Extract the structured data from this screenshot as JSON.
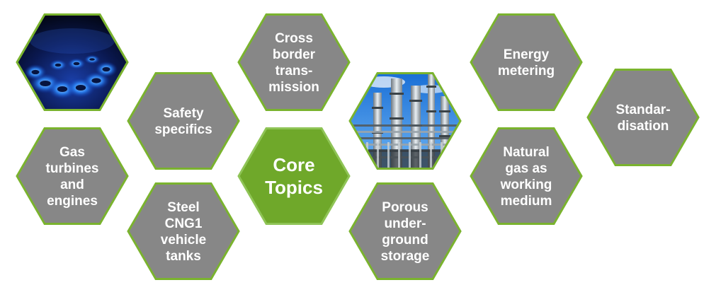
{
  "colors": {
    "hex_fill": "#878787",
    "hex_border": "#7ab32e",
    "core_fill": "#6fa82a",
    "core_border": "#8fc456",
    "text": "#ffffff"
  },
  "hexagons": [
    {
      "id": "flame-image",
      "image": "gas-flame-photo"
    },
    {
      "id": "safety",
      "lines": [
        "Safety",
        "specifics"
      ]
    },
    {
      "id": "gas-turbines",
      "lines": [
        "Gas",
        "turbines",
        "and",
        "engines"
      ]
    },
    {
      "id": "steel-cng",
      "lines": [
        "Steel",
        "CNG1",
        "vehicle",
        "tanks"
      ]
    },
    {
      "id": "cross-border",
      "lines": [
        "Cross",
        "border",
        "trans-",
        "mission"
      ]
    },
    {
      "id": "core-topics",
      "lines": [
        "Core",
        "Topics"
      ],
      "core": true
    },
    {
      "id": "refinery-image",
      "image": "refinery-photo"
    },
    {
      "id": "porous",
      "lines": [
        "Porous",
        "under-",
        "ground",
        "storage"
      ]
    },
    {
      "id": "energy-metering",
      "lines": [
        "Energy",
        "metering"
      ]
    },
    {
      "id": "natural-gas",
      "lines": [
        "Natural",
        "gas as",
        "working",
        "medium"
      ]
    },
    {
      "id": "standardisation",
      "lines": [
        "Standar-",
        "disation"
      ]
    }
  ]
}
